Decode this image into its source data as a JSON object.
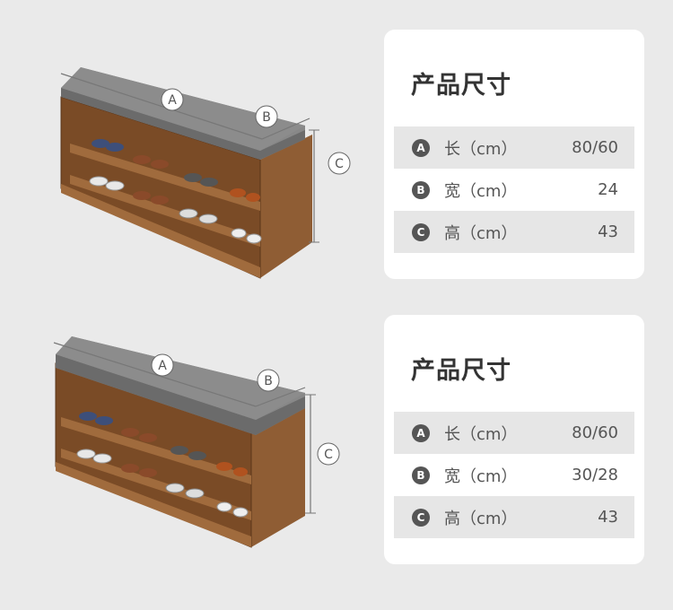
{
  "panels": [
    {
      "card_title": "产品尺寸",
      "dimension_markers": [
        "A",
        "B",
        "C"
      ],
      "specs": [
        {
          "marker": "A",
          "label": "长（cm）",
          "value": "80/60"
        },
        {
          "marker": "B",
          "label": "宽（cm）",
          "value": "24"
        },
        {
          "marker": "C",
          "label": "高（cm）",
          "value": "43"
        }
      ]
    },
    {
      "card_title": "产品尺寸",
      "dimension_markers": [
        "A",
        "B",
        "C"
      ],
      "specs": [
        {
          "marker": "A",
          "label": "长（cm）",
          "value": "80/60"
        },
        {
          "marker": "B",
          "label": "宽（cm）",
          "value": "30/28"
        },
        {
          "marker": "C",
          "label": "高（cm）",
          "value": "43"
        }
      ]
    }
  ],
  "colors": {
    "wood": "#8b5a32",
    "wood_dark": "#6e4424",
    "cushion": "#7d7d7d",
    "badge": "#555555",
    "row_shade": "#e6e6e6"
  }
}
